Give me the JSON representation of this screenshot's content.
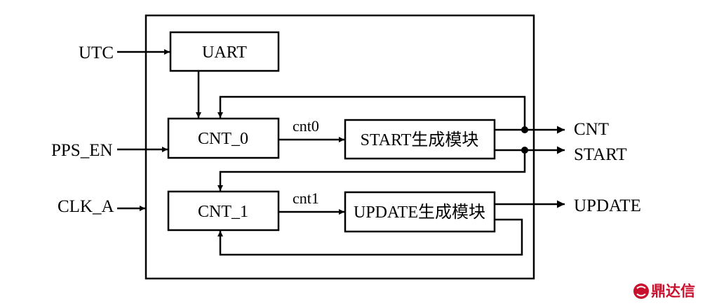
{
  "blocks": {
    "uart": "UART",
    "cnt0": "CNT_0",
    "cnt1": "CNT_1",
    "start_gen": "START生成模块",
    "update_gen": "UPDATE生成模块"
  },
  "inputs": {
    "utc": "UTC",
    "pps_en": "PPS_EN",
    "clk_a": "CLK_A"
  },
  "signals": {
    "cnt0": "cnt0",
    "cnt1": "cnt1"
  },
  "outputs": {
    "cnt": "CNT",
    "start": "START",
    "update": "UPDATE"
  },
  "watermark": {
    "text": "鼎达信",
    "color": "#c8102e"
  }
}
